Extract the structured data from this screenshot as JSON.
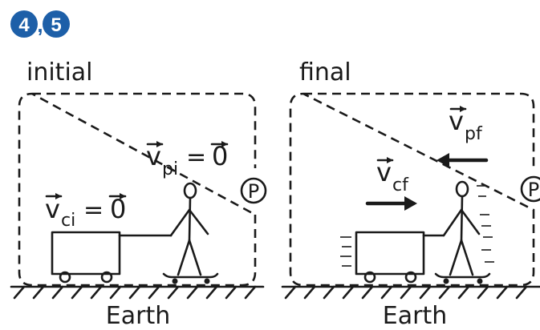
{
  "badges": {
    "first": "4",
    "separator": ",",
    "second": "5",
    "color": "#1d5fa8"
  },
  "initial": {
    "label": "initial",
    "cart_velocity": {
      "symbol": "v",
      "subscript": "ci",
      "equals": "=",
      "value": "0"
    },
    "person_velocity": {
      "symbol": "v",
      "subscript": "pi",
      "equals": "=",
      "value": "0"
    },
    "system_marker": "P",
    "ground_label": "Earth"
  },
  "final": {
    "label": "final",
    "cart_velocity": {
      "symbol": "v",
      "subscript": "cf"
    },
    "person_velocity": {
      "symbol": "v",
      "subscript": "pf"
    },
    "system_marker": "P",
    "ground_label": "Earth"
  }
}
